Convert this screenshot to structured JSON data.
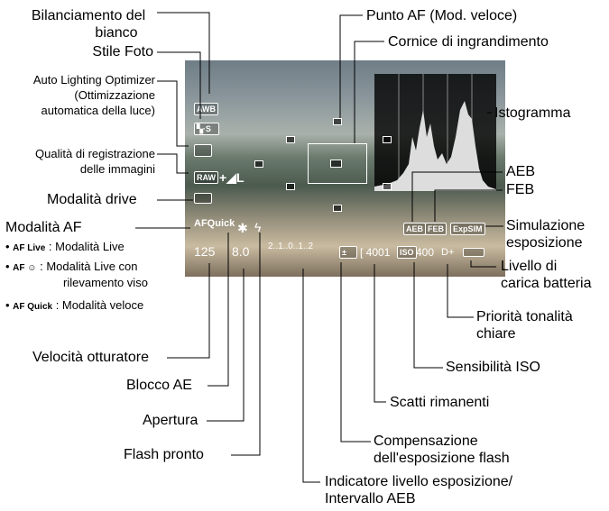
{
  "labels": {
    "bilanciamento": [
      "Bilanciamento del",
      "bianco"
    ],
    "stile_foto": "Stile Foto",
    "alo": [
      "Auto Lighting Optimizer",
      "(Ottimizzazione",
      "automatica della luce)"
    ],
    "qualita": [
      "Qualità di registrazione",
      "delle immagini"
    ],
    "drive": "Modalità drive",
    "modalita_af": "Modalità AF",
    "af_modes": [
      {
        "icon": "AF Live",
        "text": ": Modalità Live"
      },
      {
        "icon": "AF ☺",
        "text": ": Modalità Live con",
        "text2": "rilevamento viso"
      },
      {
        "icon": "AF Quick",
        "text": ": Modalità veloce"
      }
    ],
    "velocita": "Velocità otturatore",
    "blocco_ae": "Blocco AE",
    "apertura": "Apertura",
    "flash": "Flash pronto",
    "indicatore": [
      "Indicatore livello esposizione/",
      "Intervallo AEB"
    ],
    "compensazione": [
      "Compensazione",
      "dell'esposizione flash"
    ],
    "scatti": "Scatti rimanenti",
    "iso": "Sensibilità ISO",
    "priorita": [
      "Priorità tonalità",
      "chiare"
    ],
    "batteria": [
      "Livello di",
      "carica batteria"
    ],
    "simulazione": [
      "Simulazione",
      "esposizione"
    ],
    "feb": "FEB",
    "aeb": "AEB",
    "istogramma": "Istogramma",
    "cornice": "Cornice di ingrandimento",
    "punto_af": "Punto AF (Mod. veloce)"
  },
  "screen": {
    "awb": "AWB",
    "style": "S",
    "raw": "RAW",
    "quality": "+◢L",
    "af_quick": "AFQuick",
    "aeb": "AEB",
    "feb": "FEB",
    "expsim": "ExpSIM",
    "shutter": "125",
    "aperture": "8.0",
    "scale": "2..1..0..1..2",
    "shots": "[ 4001",
    "iso": "400",
    "dplus": "D+"
  }
}
